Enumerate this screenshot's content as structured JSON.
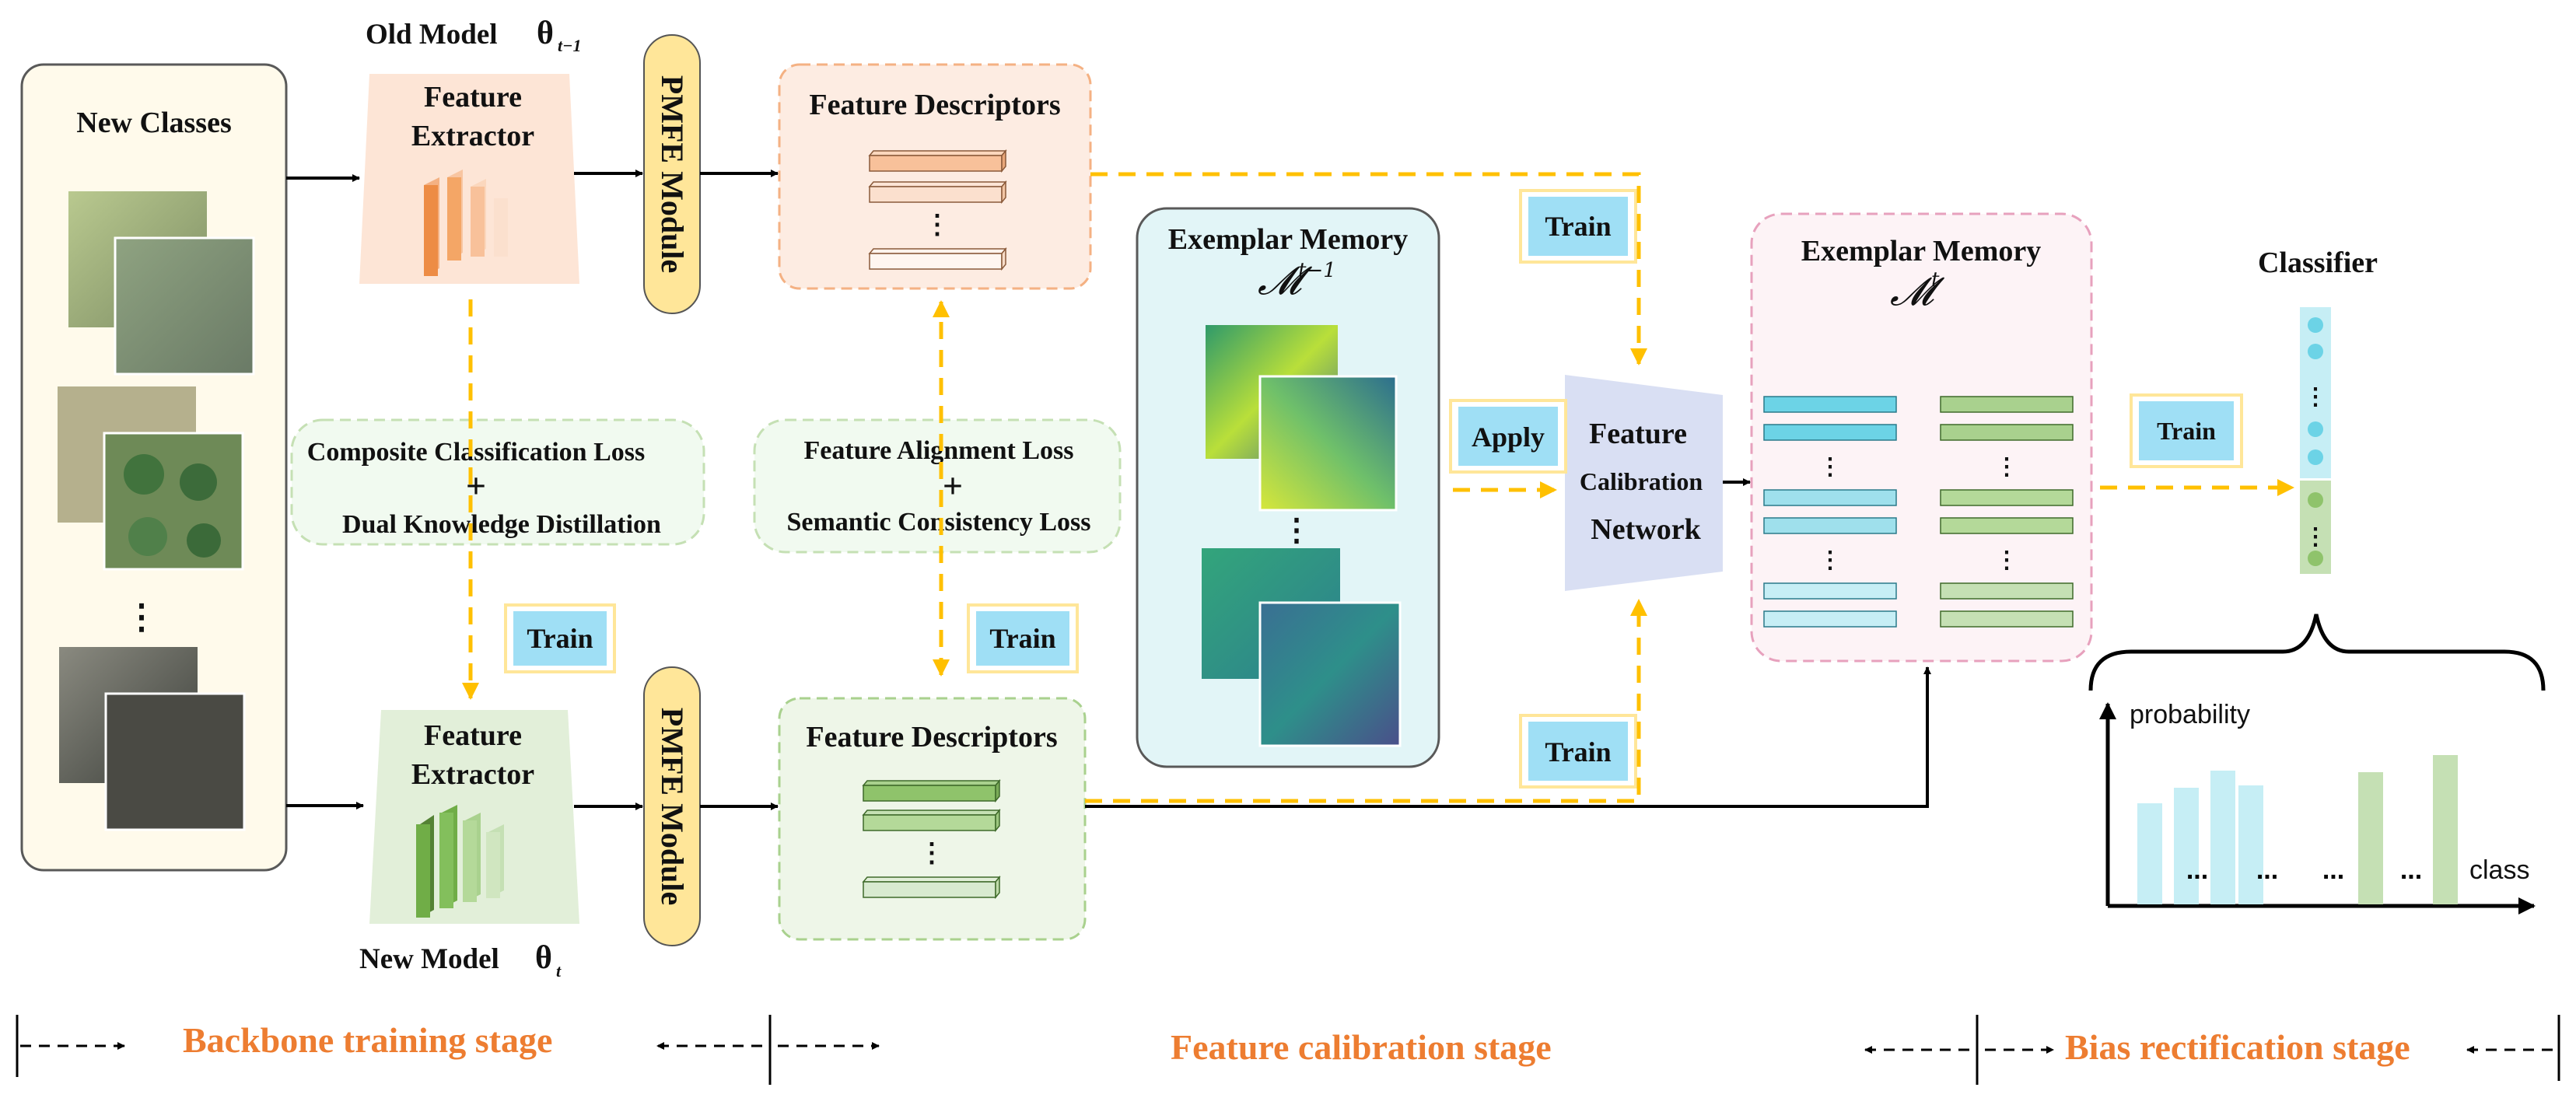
{
  "old_model": {
    "title": "Old Model",
    "theta": "θ",
    "sub": "t−1"
  },
  "new_model": {
    "title": "New Model",
    "theta": "θ",
    "sub": "t"
  },
  "new_classes": {
    "title": "New Classes",
    "dots": "⋮"
  },
  "feature_extractor": {
    "line1": "Feature",
    "line2": "Extractor"
  },
  "pmfe": "PMFE Module",
  "feature_descriptors": "Feature Descriptors",
  "losses_left": {
    "line1": "Composite Classification Loss",
    "plus": "+",
    "line2": "Dual Knowledge Distillation"
  },
  "losses_mid": {
    "line1": "Feature Alignment Loss",
    "plus": "+",
    "line2": "Semantic Consistency Loss"
  },
  "train_label": "Train",
  "apply_label": "Apply",
  "exemplar_prev": {
    "title": "Exemplar Memory",
    "symbol": "𝓜",
    "sup": "t−1"
  },
  "exemplar_cur": {
    "title": "Exemplar Memory",
    "symbol": "𝓜",
    "sup": "t"
  },
  "calibration": {
    "line1": "Feature",
    "line2": "Calibration",
    "line3": "Network"
  },
  "classifier": "Classifier",
  "prob_chart": {
    "ylabel": "probability",
    "xlabel": "class",
    "ellipsis": "..."
  },
  "stages": {
    "backbone": "Backbone training stage",
    "calibration": "Feature calibration stage",
    "bias": "Bias rectification stage"
  },
  "colors": {
    "orange": "#ed7d31",
    "dash_yellow": "#ffc000",
    "train_fill": "#9fdff5",
    "pmfe_fill": "#ffe699",
    "cyan": "#6cd3e6",
    "green": "#9ed27e"
  }
}
